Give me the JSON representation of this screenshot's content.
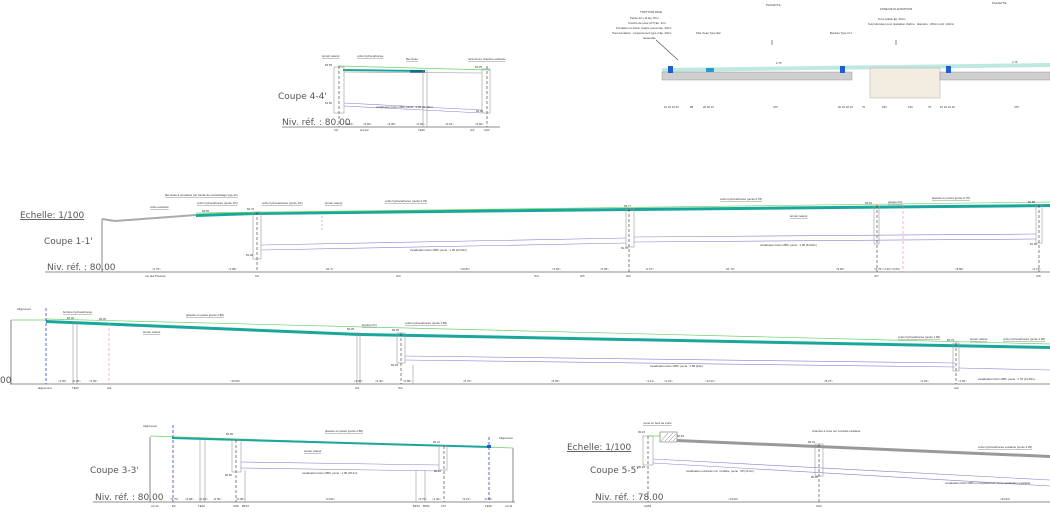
{
  "sections": {
    "coupe44": {
      "title": "Coupe 4-4'",
      "niv_ref": "Niv. réf. : 80.00",
      "labels": [
        "terrain naturel",
        "voirie hydrocarbonée",
        "filet d'eau",
        "raccord sur chambre existante"
      ],
      "levels": [
        "84.55",
        "84.35",
        "81.60",
        "81.30"
      ],
      "conduit": "canalisation béton Ø50, pente : 4.08 (11.15m)",
      "dims": [
        "<2.10>",
        "<0.60>",
        "<3.35>",
        "<0.60>",
        "<4.15>",
        "<0.60>"
      ],
      "points": [
        "CH",
        "tp1 tp2",
        "TE20",
        "ch1",
        "CH2"
      ]
    },
    "profile": {
      "titles": [
        "TROTTOIR PAVE",
        "PLACETTE",
        "ZONE DE PLANTATIONS",
        "PLACETTE"
      ],
      "notes": [
        "Pavés 22 x 11  Ep. 8cm",
        "Couche de pose (2/7)  Ep. 3cm",
        "Fondation en béton maigre poreux  Ep. 20cm",
        "Sous-fondation : empierrement type 2  Ep. 20cm",
        "Géotextile",
        "Filet d'eau Type IE2",
        "Bordure Type IC1",
        "Terre arable  Ep. 30cm",
        "Surprofondeur pour plantation d'arbre : diamètre : 200cm  prof. 120cm"
      ],
      "slope": "2.75",
      "dims": [
        "10 20 10 20",
        "85",
        "20 30 10",
        "475",
        "20 10 20 10",
        "70",
        "180",
        "130",
        "70",
        "10 20 10 20",
        "475"
      ]
    },
    "coupe11": {
      "scale": "Echelle: 1/100",
      "title": "Coupe 1-1'",
      "niv_ref": "Niv. réf. : 80.00",
      "labels": [
        "filet d'eau à remplacer par bande de contrebutage type IA1",
        "voirie existante",
        "voirie hydrocarbonée (pente 1%)",
        "voirie hydrocarbonée (pente 1%)",
        "terrain naturel",
        "voirie hydrocarbonée (pente 0.78)",
        "voirie hydrocarbonée (pente 0.78)",
        "terrain naturel",
        "parapet IC1",
        "placette en pavés (pente 0.78)"
      ],
      "levels": [
        "84.65",
        "84.70",
        "84.77",
        "84.81",
        "84.86",
        "81.00",
        "81.70",
        "81.60"
      ],
      "conduits": [
        "canalisation béton Ø50, pente : 1.08 (22.00m)",
        "canalisation béton Ø50, pente : 1.08 (34.00m)"
      ],
      "dims": [
        "<4.75>",
        "<4.08>",
        "<11.3>",
        "<10.81>",
        "<3.60>",
        "<6.35>",
        "<1.67>",
        "<11.72>",
        "<9.60>",
        "<0.75><1.40><0.60>",
        "<8.68>",
        "<2.74>"
      ],
      "points": [
        "rue des Pivoines",
        "CH",
        "ch3",
        "ch4",
        "ch5",
        "ch6",
        "ch7",
        "ch8"
      ]
    },
    "coupe22": {
      "niv_ref_fragment": "00",
      "labels": [
        "Alignement",
        "bordure hydrocarbonée",
        "placette en pavés (pente 2.88)",
        "terrain naturel",
        "bordure IC1",
        "voirie hydrocarbonée (pente 2.88)",
        "voirie hydrocarbonée (pente 1.98)",
        "terrain naturel",
        "voirie hydrocarbonée (pente 1.98)"
      ],
      "levels": [
        "84.30",
        "84.30",
        "84.05",
        "84.06",
        "83.75",
        "83.35"
      ],
      "conduits": [
        "canalisation béton Ø50, pente : 2.88 (44m)",
        "canalisation béton Ø50, pente : 1.78 (14.45m)"
      ],
      "dims": [
        "<2.05>",
        "<0.30>",
        "<2.30>",
        "<15.05>",
        "<2.05>",
        "<2.40>",
        "<0.89>",
        "<6.70>",
        "<6.36>",
        "<1.11>",
        "<1.31>",
        "<12.21>",
        "<8.27>",
        "<2.29>",
        "<1.60>"
      ],
      "points": [
        "alignement",
        "TE20",
        "ca1",
        "ch1",
        "ch2",
        "ca3"
      ]
    },
    "coupe33": {
      "title": "Coupe 3-3'",
      "niv_ref": "Niv. réf. : 80.00",
      "labels": [
        "Alignement",
        "placette en pavés (pente 2.88)",
        "terrain naturel",
        "Alignement"
      ],
      "levels": [
        "84.86",
        "84.21",
        "82.82",
        "82.62"
      ],
      "conduit": "canalisation béton Ø50, pente : 1.08 (18.4m)",
      "dims": [
        "<0.75>",
        "<2.08>",
        "<0.20>",
        "<2.55>",
        "<0.08>",
        "<13.81>",
        "<0.75>",
        "<1.40>",
        "<5.21>",
        "<0.30>"
      ],
      "points": [
        "vol 14",
        "E3",
        "TE20",
        "CH8",
        "BP13",
        "BP12",
        "BP11",
        "Ch7",
        "TE20",
        "vol 11"
      ]
    },
    "coupe55": {
      "scale": "Echelle: 1/100",
      "title": "Coupe 5-5'",
      "niv_ref": "Niv. réf. : 78.00",
      "labels": [
        "muret en bout de voirie",
        "chambre à créer sur conduite existante",
        "voirie hydrocarbonée existante (pente 4.28)"
      ],
      "levels": [
        "83.15",
        "82.84",
        "82.42",
        "80.25",
        "80.05"
      ],
      "conduits": [
        "canalisation existante non modifiée, pente : 08 (13.0m)",
        "canalisation béton Ø50 en remplacement de la canalisation existante"
      ],
      "dims": [
        "<13.00>",
        "<26.84>"
      ],
      "points": [
        "CH53",
        "CH3"
      ]
    }
  },
  "colors": {
    "pavement": "#1aa79b",
    "conduit": "#8a7fd0",
    "ground": "#6ad06a",
    "alignment": "#3344cc"
  }
}
